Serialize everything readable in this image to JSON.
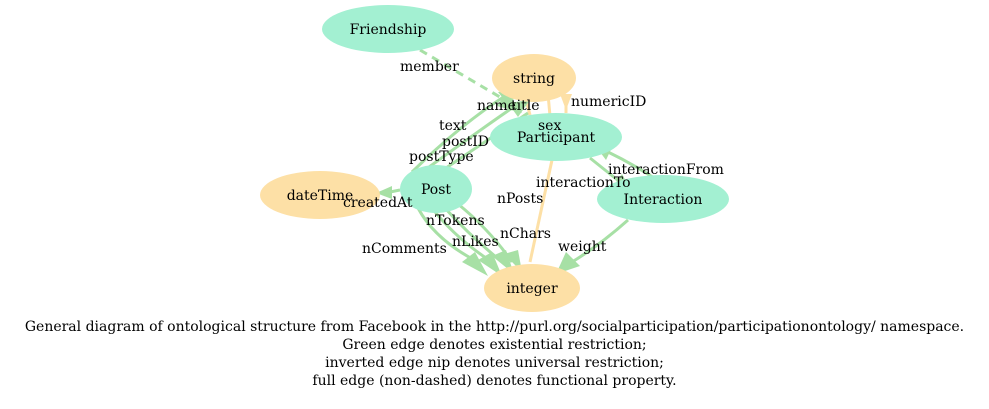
{
  "colors": {
    "class_node": "#a3f0d2",
    "datatype_node": "#fde0a6",
    "existential_edge": "#a7e0a5",
    "datatype_edge": "#fde0a6"
  },
  "nodes": {
    "friendship": "Friendship",
    "string": "string",
    "participant": "Participant",
    "datetime": "dateTime",
    "post": "Post",
    "interaction": "Interaction",
    "integer": "integer"
  },
  "edges": {
    "member": "member",
    "name": "name",
    "title": "title",
    "numeric_id": "numericID",
    "text": "text",
    "sex": "sex",
    "post_id": "postID",
    "post_type": "postType",
    "interaction_from": "interactionFrom",
    "interaction_to": "interactionTo",
    "created_at": "createdAt",
    "n_posts": "nPosts",
    "n_tokens": "nTokens",
    "n_likes": "nLikes",
    "n_chars": "nChars",
    "n_comments": "nComments",
    "weight": "weight"
  },
  "caption": {
    "line1": "General diagram of ontological structure from Facebook in the http://purl.org/socialparticipation/participationontology/ namespace.",
    "line2": "Green edge denotes existential restriction;",
    "line3": "inverted edge nip denotes universal restriction;",
    "line4": "full edge (non-dashed) denotes functional property."
  }
}
